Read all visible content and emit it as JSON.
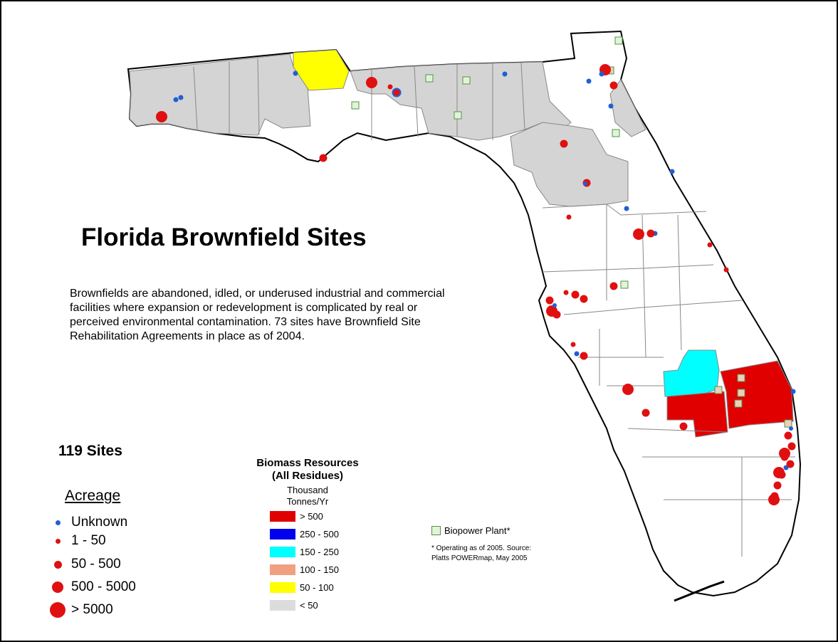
{
  "title": "Florida Brownfield Sites",
  "description": "Brownfields are abandoned, idled, or underused industrial and commercial facilities where expansion or redevelopment is complicated by real or perceived environmental contamination. 73 sites have Brownfield Site Rehabilitation Agreements in place as of 2004.",
  "sites_count": "119 Sites",
  "acreage_legend": {
    "title": "Acreage",
    "items": [
      {
        "label": "Unknown",
        "color": "#1f5fd6"
      },
      {
        "label": "1 - 50",
        "color": "#e01010"
      },
      {
        "label": "50 - 500",
        "color": "#e01010"
      },
      {
        "label": "500 - 5000",
        "color": "#e01010"
      },
      {
        "label": "> 5000",
        "color": "#e01010"
      }
    ]
  },
  "biomass_legend": {
    "title_line1": "Biomass Resources",
    "title_line2": "(All Residues)",
    "units_line1": "Thousand",
    "units_line2": "Tonnes/Yr",
    "items": [
      {
        "label": "> 500",
        "color": "#e00000"
      },
      {
        "label": "250 - 500",
        "color": "#0000ee"
      },
      {
        "label": "150 - 250",
        "color": "#00ffff"
      },
      {
        "label": "100 - 150",
        "color": "#f0a080"
      },
      {
        "label": "50 - 100",
        "color": "#ffff00"
      },
      {
        "label": "< 50",
        "color": "#dcdcdc"
      }
    ]
  },
  "biopower_legend": {
    "label": "Biopower Plant*",
    "note_line1": "* Operating as of 2005.  Source:",
    "note_line2": "Platts POWERmap, May 2005"
  },
  "colors": {
    "land_white": "#ffffff",
    "land_gray": "#d4d4d4",
    "border": "#000000",
    "county_line": "#888888",
    "plant_fill": "#dff5d6",
    "plant_stroke": "#5a8f4a",
    "biopower_highlight": "#e8d2b8"
  }
}
